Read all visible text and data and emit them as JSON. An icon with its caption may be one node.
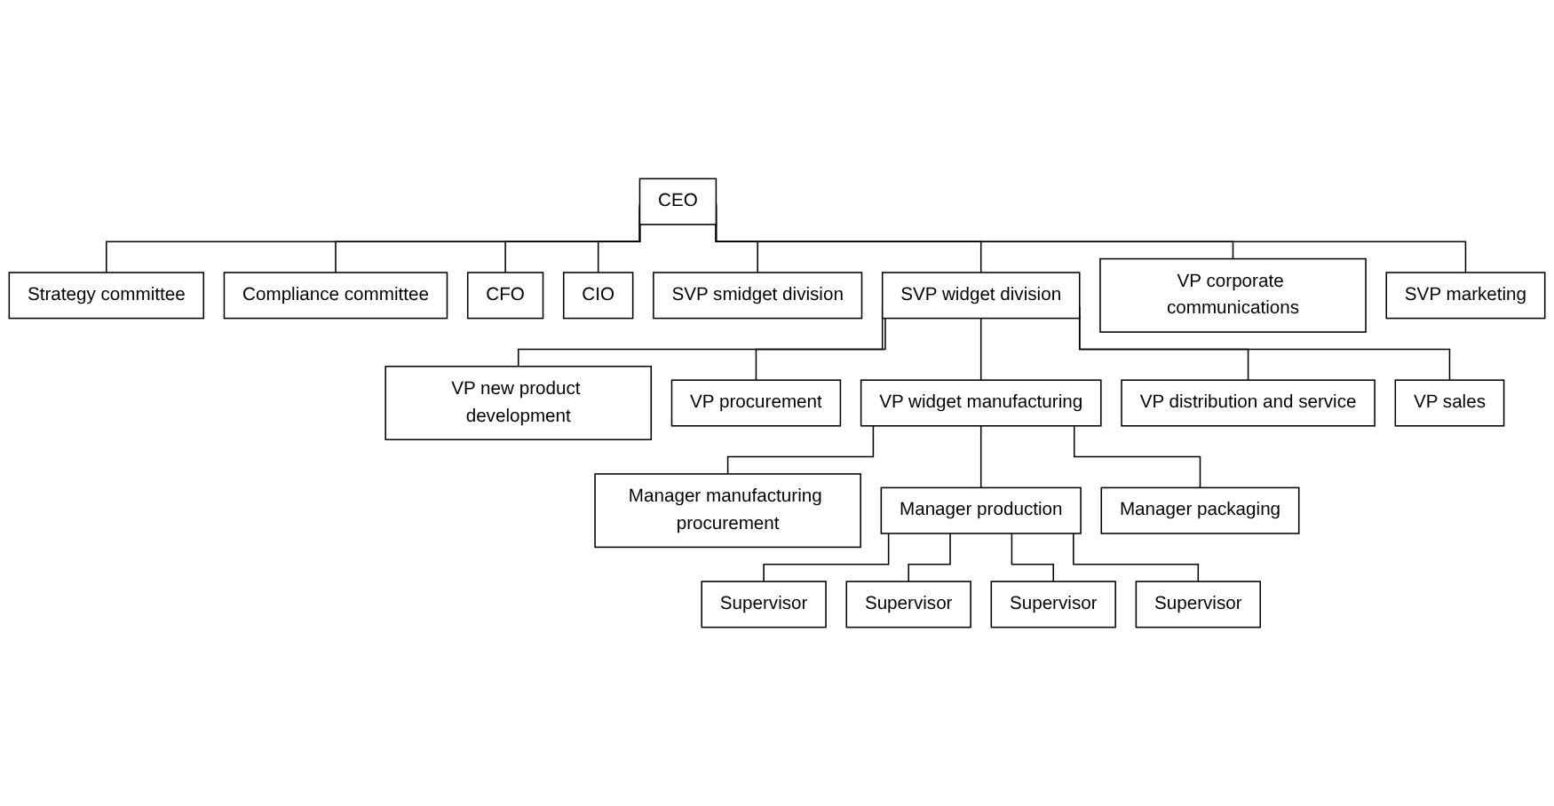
{
  "diagram": {
    "nodes": [
      {
        "text": [
          "CEO"
        ]
      },
      {
        "text": [
          "Strategy committee"
        ]
      },
      {
        "text": [
          "Compliance committee"
        ]
      },
      {
        "text": [
          "CFO"
        ]
      },
      {
        "text": [
          "CIO"
        ]
      },
      {
        "text": [
          "SVP smidget division"
        ]
      },
      {
        "text": [
          "SVP widget division"
        ]
      },
      {
        "text": [
          "VP corporate communications"
        ]
      },
      {
        "text": [
          "SVP marketing"
        ]
      },
      {
        "text": [
          "VP new product development"
        ]
      },
      {
        "text": [
          "VP procurement"
        ]
      },
      {
        "text": [
          "VP widget manufacturing"
        ]
      },
      {
        "text": [
          "VP distribution and service"
        ]
      },
      {
        "text": [
          "VP sales"
        ]
      },
      {
        "text": [
          "Manager manufacturing procurement"
        ]
      },
      {
        "text": [
          "Manager production"
        ]
      },
      {
        "text": [
          "Manager packaging"
        ]
      },
      {
        "text": [
          "Supervisor"
        ]
      },
      {
        "text": [
          "Supervisor"
        ]
      },
      {
        "text": [
          "Supervisor"
        ]
      },
      {
        "text": [
          "Supervisor"
        ]
      }
    ],
    "edges": [
      {
        "from": 0,
        "to": 1,
        "arrow": "none"
      },
      {
        "from": 0,
        "to": 2,
        "arrow": "none"
      },
      {
        "from": 0,
        "to": 3,
        "arrow": "none"
      },
      {
        "from": 0,
        "to": 4,
        "arrow": "none"
      },
      {
        "from": 0,
        "to": 5,
        "arrow": "none"
      },
      {
        "from": 0,
        "to": 6,
        "arrow": "none"
      },
      {
        "from": 0,
        "to": 7,
        "arrow": "none"
      },
      {
        "from": 0,
        "to": 8,
        "arrow": "none"
      },
      {
        "from": 6,
        "to": 9,
        "arrow": "none"
      },
      {
        "from": 6,
        "to": 10,
        "arrow": "none"
      },
      {
        "from": 6,
        "to": 11,
        "arrow": "none"
      },
      {
        "from": 6,
        "to": 12,
        "arrow": "none"
      },
      {
        "from": 6,
        "to": 13,
        "arrow": "none"
      },
      {
        "from": 11,
        "to": 14,
        "arrow": "none"
      },
      {
        "from": 11,
        "to": 15,
        "arrow": "none"
      },
      {
        "from": 11,
        "to": 16,
        "arrow": "none"
      },
      {
        "from": 15,
        "to": 17,
        "arrow": "none"
      },
      {
        "from": 15,
        "to": 18,
        "arrow": "none"
      },
      {
        "from": 15,
        "to": 19,
        "arrow": "none"
      },
      {
        "from": 15,
        "to": 20,
        "arrow": "none"
      }
    ]
  }
}
